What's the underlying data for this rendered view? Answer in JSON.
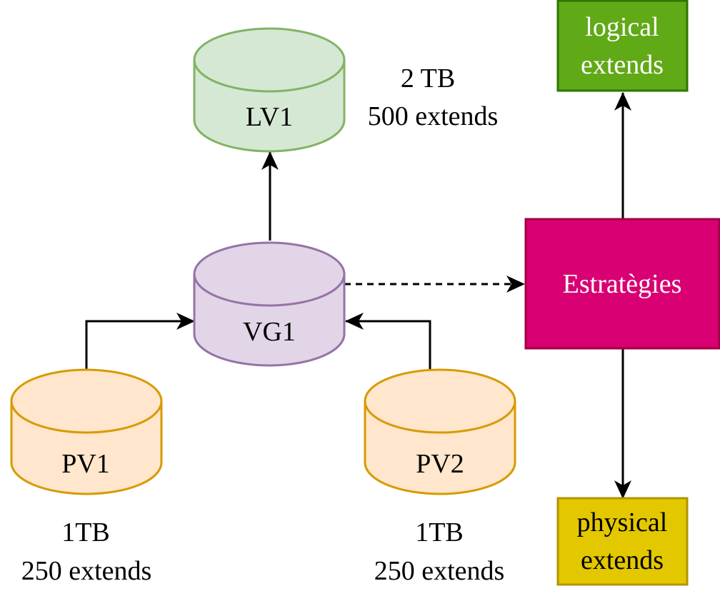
{
  "diagram": {
    "type": "lvm-architecture",
    "nodes": {
      "lv1": {
        "label": "LV1",
        "shape": "cylinder",
        "fill": "#d5e8d4",
        "stroke": "#82b366",
        "text_color": "#000000",
        "caption": [
          "2 TB",
          "500 extends"
        ]
      },
      "vg1": {
        "label": "VG1",
        "shape": "cylinder",
        "fill": "#e1d5e7",
        "stroke": "#9673a6",
        "text_color": "#000000"
      },
      "pv1": {
        "label": "PV1",
        "shape": "cylinder",
        "fill": "#ffe6cc",
        "stroke": "#d79b00",
        "text_color": "#000000",
        "caption": [
          "1TB",
          "250 extends"
        ]
      },
      "pv2": {
        "label": "PV2",
        "shape": "cylinder",
        "fill": "#ffe6cc",
        "stroke": "#d79b00",
        "text_color": "#000000",
        "caption": [
          "1TB",
          "250 extends"
        ]
      },
      "strategies": {
        "label": "Estratègies",
        "shape": "rect",
        "fill": "#d80073",
        "stroke": "#a50040",
        "text_color": "#ffffff"
      },
      "logical": {
        "label": [
          "logical",
          "extends"
        ],
        "shape": "rect",
        "fill": "#60a917",
        "stroke": "#2d7600",
        "text_color": "#ffffff"
      },
      "physical": {
        "label": [
          "physical",
          "extends"
        ],
        "shape": "rect",
        "fill": "#e3c800",
        "stroke": "#b09500",
        "text_color": "#000000"
      }
    },
    "edges": [
      {
        "from": "pv1",
        "to": "vg1",
        "style": "solid"
      },
      {
        "from": "pv2",
        "to": "vg1",
        "style": "solid"
      },
      {
        "from": "vg1",
        "to": "lv1",
        "style": "solid"
      },
      {
        "from": "vg1",
        "to": "strategies",
        "style": "dashed"
      },
      {
        "from": "strategies",
        "to": "logical",
        "style": "solid"
      },
      {
        "from": "strategies",
        "to": "physical",
        "style": "solid"
      }
    ]
  }
}
